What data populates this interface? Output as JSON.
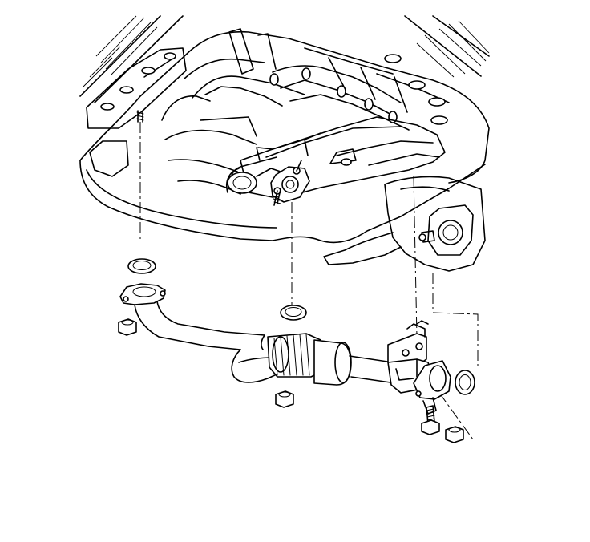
{
  "diagram": {
    "parts": [
      "vehicle-underbody",
      "exhaust-manifold",
      "front-exhaust-pipe",
      "flex-joint",
      "pipe-bracket",
      "catalytic-converter-flange",
      "flange-gasket",
      "flange-nut",
      "bracket-bolt",
      "mounting-stud"
    ],
    "colors": {
      "line": "#000000",
      "background": "#ffffff"
    }
  }
}
